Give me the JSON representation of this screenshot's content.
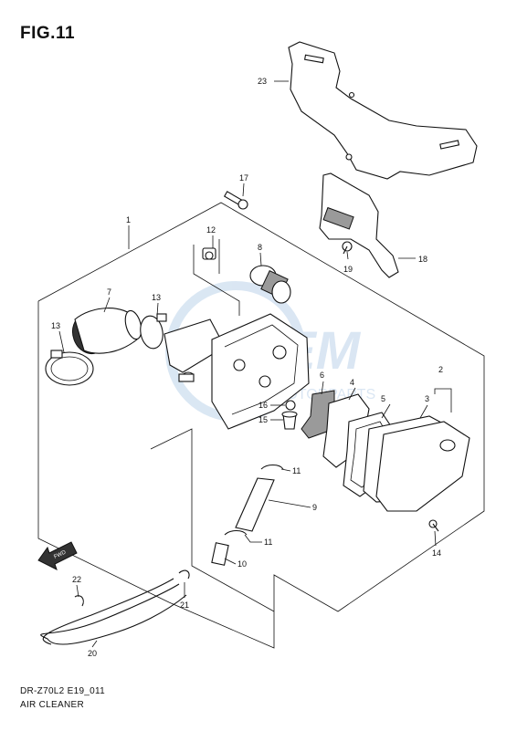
{
  "figure": {
    "title": "FIG.11",
    "model_code": "DR-Z70L2 E19_011",
    "section_name": "AIR CLEANER",
    "watermark": "OEM MOTORPARTS"
  },
  "callouts": [
    "1",
    "2",
    "3",
    "4",
    "5",
    "6",
    "7",
    "8",
    "9",
    "10",
    "11",
    "12",
    "13",
    "14",
    "15",
    "16",
    "17",
    "18",
    "19",
    "20",
    "21",
    "22",
    "23"
  ],
  "direction_arrow": {
    "label": "FWD"
  },
  "icons": [
    "fwd-arrow-icon"
  ],
  "colors": {
    "ink": "#111111",
    "watermark": "#bcd3ea"
  }
}
